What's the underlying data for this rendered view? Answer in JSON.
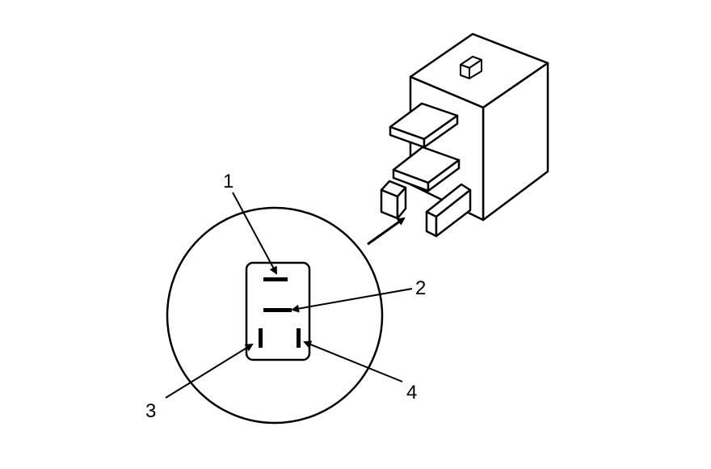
{
  "callouts": {
    "pin1": "1",
    "pin2": "2",
    "pin3": "3",
    "pin4": "4"
  },
  "colors": {
    "line": "#000000",
    "body_front": "#ffffff",
    "body_side": "#ffffff",
    "terminal": "#ffffff"
  }
}
